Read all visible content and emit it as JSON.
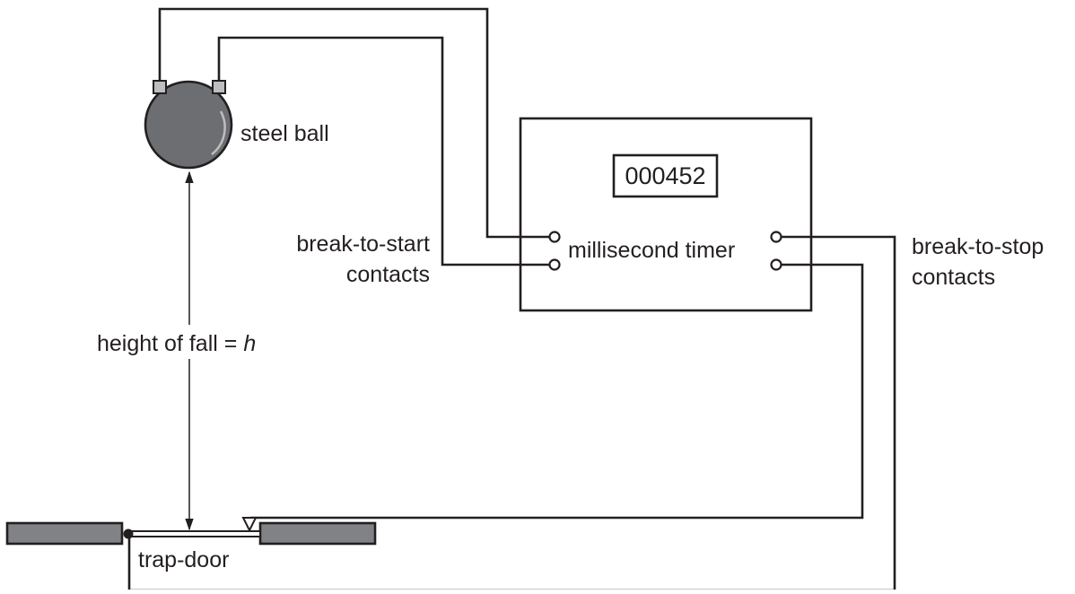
{
  "labels": {
    "steel_ball": "steel ball",
    "timer": "millisecond timer",
    "display_reading": "000452",
    "start_contacts_line1": "break-to-start",
    "start_contacts_line2": "contacts",
    "stop_contacts_line1": "break-to-stop",
    "stop_contacts_line2": "contacts",
    "height_prefix": "height of fall = ",
    "height_symbol": "h",
    "trap_door": "trap-door"
  },
  "colors": {
    "line": "#231f20",
    "ball": "#6d6e71",
    "ball_outline": "#231f20",
    "plate": "#808285",
    "clip": "#bcbec0",
    "background": "#ffffff"
  }
}
